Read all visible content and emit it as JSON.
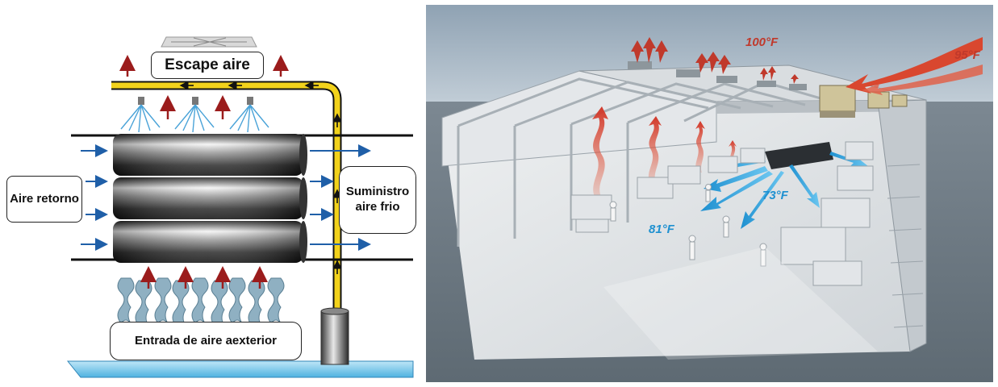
{
  "left_diagram": {
    "exhaust_label": "Escape aire",
    "return_air_label": "Aire retorno",
    "cold_supply_label": "Suministro aire frio",
    "outdoor_intake_label": "Entrada de aire aexterior"
  },
  "right_illustration": {
    "temps": {
      "roof": "100°F",
      "outside": "95°F",
      "cooled": "73°F",
      "floor": "81°F"
    }
  },
  "colors": {
    "arrow_red": "#9b1c1c",
    "arrow_blue": "#1f5fa8",
    "pipe_yellow": "#f2d21b",
    "spray_blue": "#4aa3d8",
    "water_blue": "#6cc0e8",
    "temp_red": "#c0392b",
    "temp_blue": "#1e90d0"
  }
}
